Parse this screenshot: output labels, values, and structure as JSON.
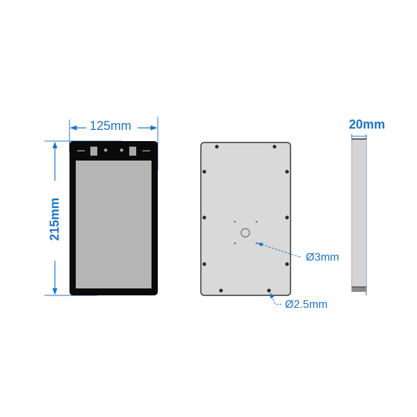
{
  "diagram": {
    "front_view": {
      "width_label": "125mm",
      "height_label": "215mm",
      "bezel_color": "#0a0a0a",
      "screen_color": "#b5b5b5"
    },
    "back_view": {
      "panel_color": "#d9d9d9",
      "center_hole_label": "Ø3mm",
      "screw_hole_label": "Ø2.5mm"
    },
    "side_view": {
      "depth_label": "20mm",
      "body_color": "#d4d4d4"
    },
    "accent_color": "#1a73c9"
  }
}
